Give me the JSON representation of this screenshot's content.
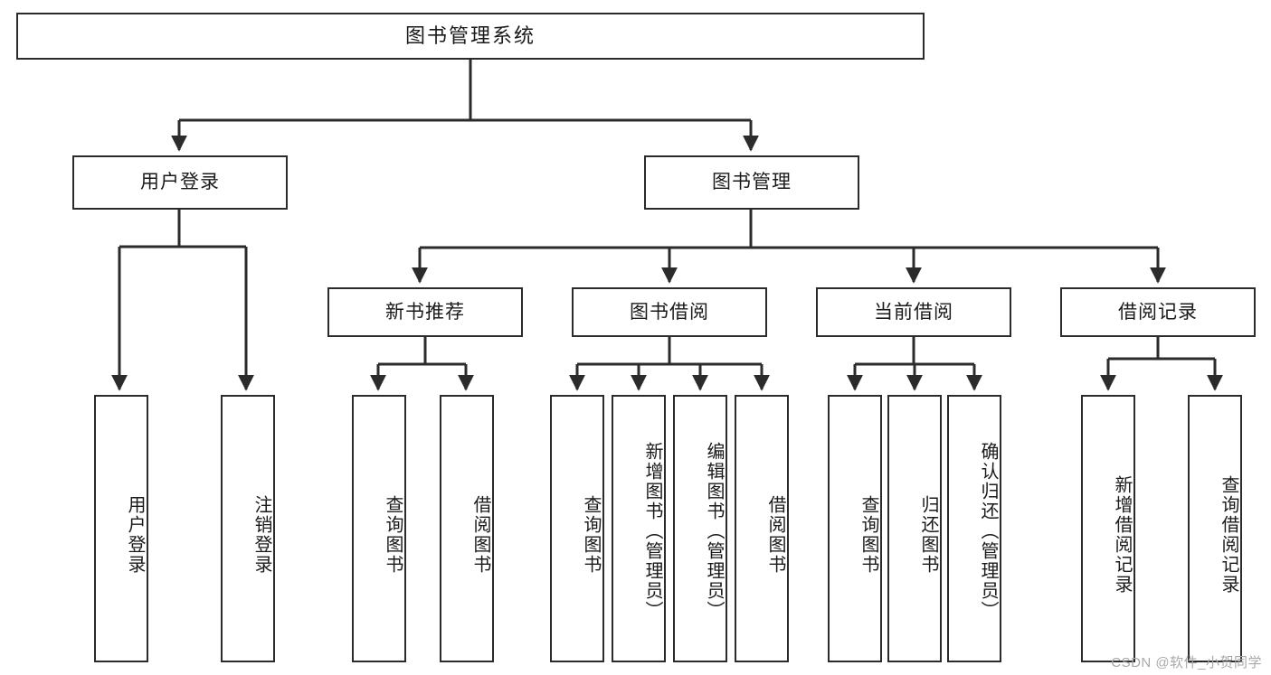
{
  "diagram": {
    "title": "图书管理系统",
    "type": "tree-hierarchy-chart",
    "watermark": "CSDN @软件_小贺同学",
    "colors": {
      "box_border": "#2b2b2b",
      "box_fill": "#ffffff",
      "edge": "#2b2b2b",
      "text": "#1a1a1a",
      "watermark": "#a9a9a9"
    },
    "root": {
      "label": "图书管理系统"
    },
    "level1": [
      {
        "label": "用户登录"
      },
      {
        "label": "图书管理"
      }
    ],
    "level2": [
      {
        "label": "新书推荐"
      },
      {
        "label": "图书借阅"
      },
      {
        "label": "当前借阅"
      },
      {
        "label": "借阅记录"
      }
    ],
    "leaves": {
      "user_login": [
        {
          "label": "用户登录"
        },
        {
          "label": "注销登录"
        }
      ],
      "new_book_recommend": [
        {
          "label": "查询图书"
        },
        {
          "label": "借阅图书"
        }
      ],
      "book_borrow": [
        {
          "label": "查询图书"
        },
        {
          "label": "新增图书（管理员）"
        },
        {
          "label": "编辑图书（管理员）"
        },
        {
          "label": "借阅图书"
        }
      ],
      "current_borrow": [
        {
          "label": "查询图书"
        },
        {
          "label": "归还图书"
        },
        {
          "label": "确认归还（管理员）"
        }
      ],
      "borrow_record": [
        {
          "label": "新增借阅记录"
        },
        {
          "label": "查询借阅记录"
        }
      ]
    }
  }
}
